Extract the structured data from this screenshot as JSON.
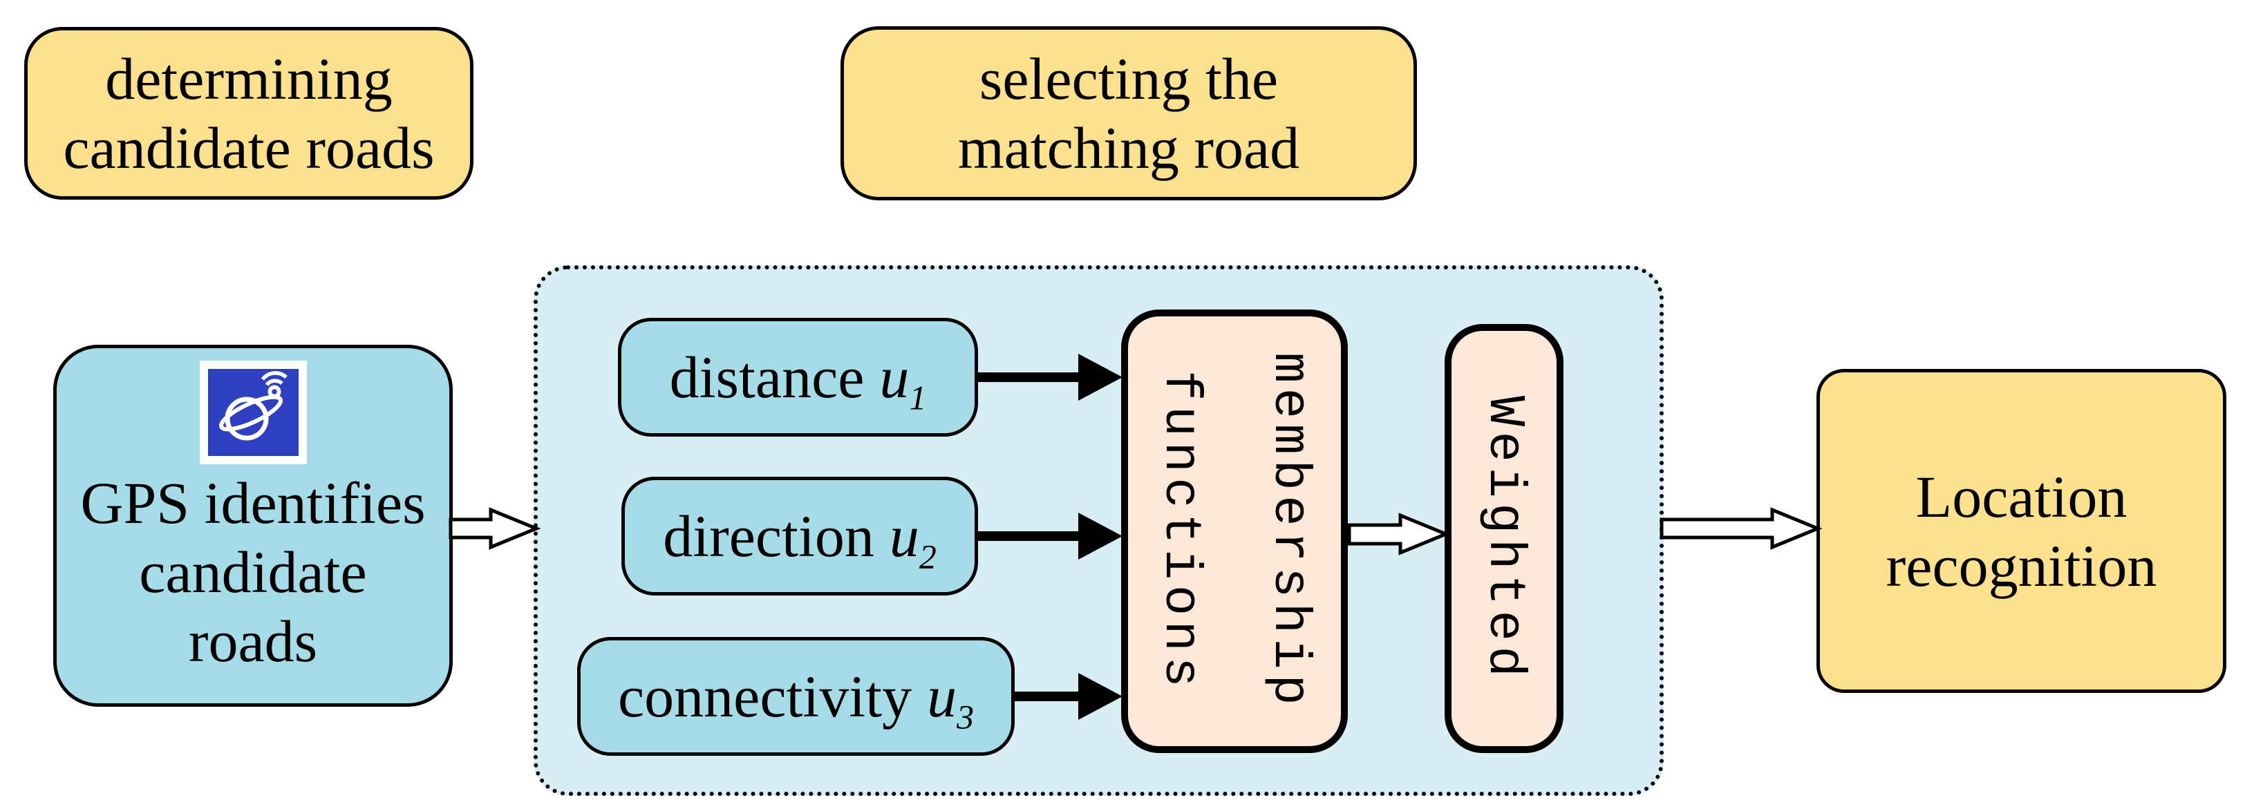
{
  "stage_labels": {
    "determining": {
      "line1": "determining",
      "line2": "candidate roads"
    },
    "selecting": {
      "line1": "selecting the",
      "line2": "matching road"
    }
  },
  "gps_box": {
    "icon": "planet-satellite-icon",
    "line1": "GPS identifies",
    "line2": "candidate",
    "line3": "roads"
  },
  "fuzzy_container": {
    "inputs": [
      {
        "label": "distance",
        "symbol": "u",
        "subscript": "1"
      },
      {
        "label": "direction",
        "symbol": "u",
        "subscript": "2"
      },
      {
        "label": "connectivity",
        "symbol": "u",
        "subscript": "3"
      }
    ],
    "membership": {
      "line1": "membership",
      "line2": "functions"
    },
    "weighted": {
      "label": "Weighted"
    }
  },
  "location_box": {
    "line1": "Location",
    "line2": "recognition"
  },
  "colors": {
    "yellow": "#FBE08E",
    "cyan": "#A6DBE8",
    "container_blue": "#D9EDF4",
    "peach": "#FCE7D8",
    "icon_blue": "#2E3FC2",
    "outline": "#000000"
  }
}
